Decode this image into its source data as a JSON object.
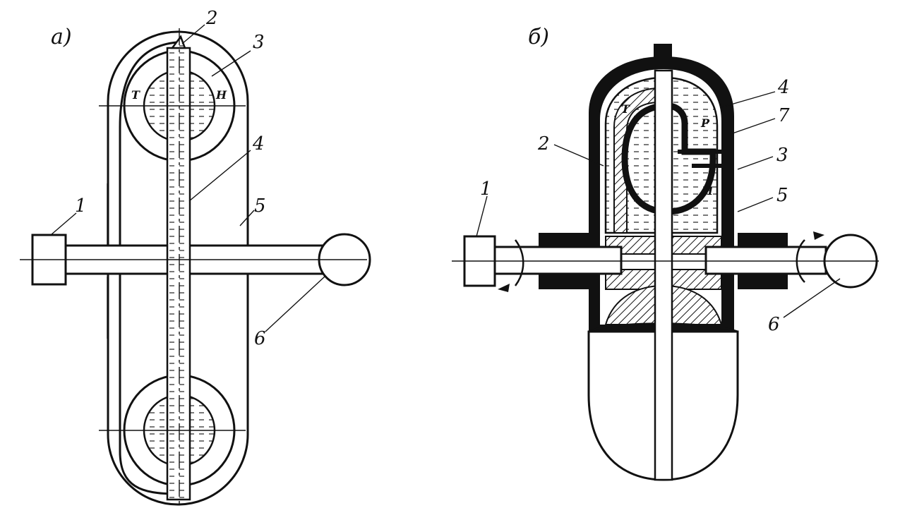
{
  "figure_a": {
    "label": "а)",
    "callouts": [
      "2",
      "3",
      "4",
      "5",
      "1",
      "6"
    ],
    "wheel_letters": {
      "turbine": "Т",
      "pump": "Н"
    }
  },
  "figure_b": {
    "label": "б)",
    "callouts": [
      "4",
      "7",
      "2",
      "3",
      "5",
      "1",
      "6"
    ],
    "wheel_letters": {
      "turbine": "Т",
      "reactor": "Р",
      "pump": "Н"
    }
  }
}
